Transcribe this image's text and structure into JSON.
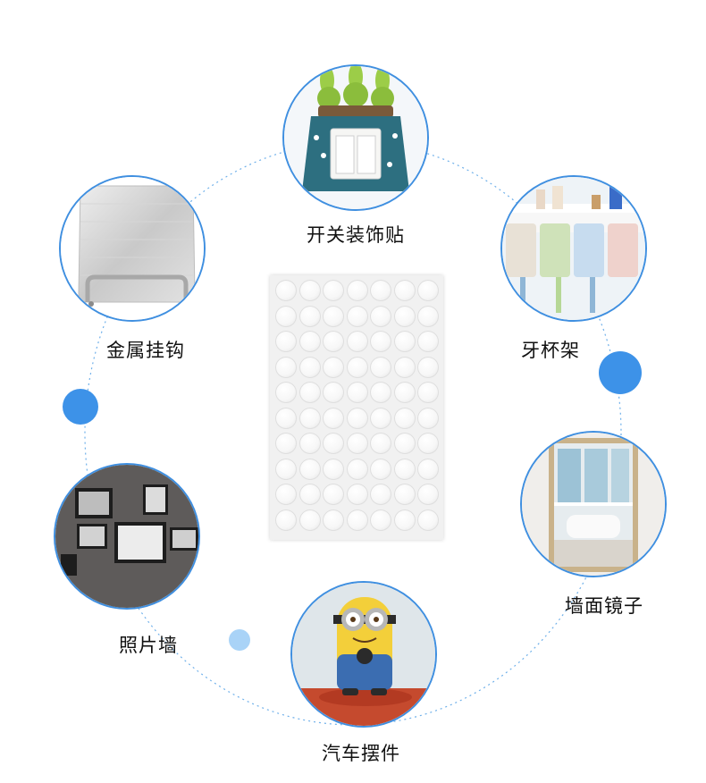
{
  "accent_color": "#3f8fe0",
  "dot_color_dark": "#3d92e8",
  "dot_color_light": "#a9d3f7",
  "center_item": {
    "icon": "round-adhesive-dots-sheet",
    "sticker_count": 70,
    "columns": 7,
    "rows": 10
  },
  "uses": [
    {
      "id": "switch",
      "label": "开关装饰贴",
      "icon": "wall-switch-decoration-icon"
    },
    {
      "id": "tooth",
      "label": "牙杯架",
      "icon": "toothbrush-cup-holder-icon"
    },
    {
      "id": "mirror",
      "label": "墙面镜子",
      "icon": "wall-mirror-icon"
    },
    {
      "id": "car",
      "label": "汽车摆件",
      "icon": "car-ornament-figure-icon"
    },
    {
      "id": "photo",
      "label": "照片墙",
      "icon": "photo-wall-icon"
    },
    {
      "id": "hook",
      "label": "金属挂钩",
      "icon": "metal-hook-icon"
    }
  ]
}
